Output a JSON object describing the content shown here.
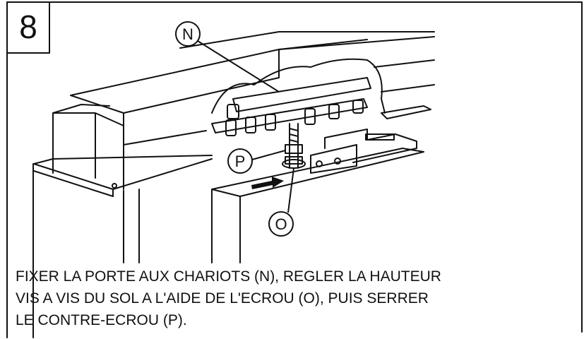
{
  "step": {
    "number": "8"
  },
  "callouts": {
    "n": "N",
    "p": "P",
    "o": "O"
  },
  "caption": {
    "line1": "FIXER LA PORTE AUX CHARIOTS (N), REGLER LA HAUTEUR",
    "line2": "VIS A VIS DU SOL A L'AIDE DE L'ECROU (O), PUIS SERRER",
    "line3": "LE CONTRE-ECROU (P)."
  },
  "colors": {
    "line": "#111111",
    "background": "#ffffff"
  }
}
